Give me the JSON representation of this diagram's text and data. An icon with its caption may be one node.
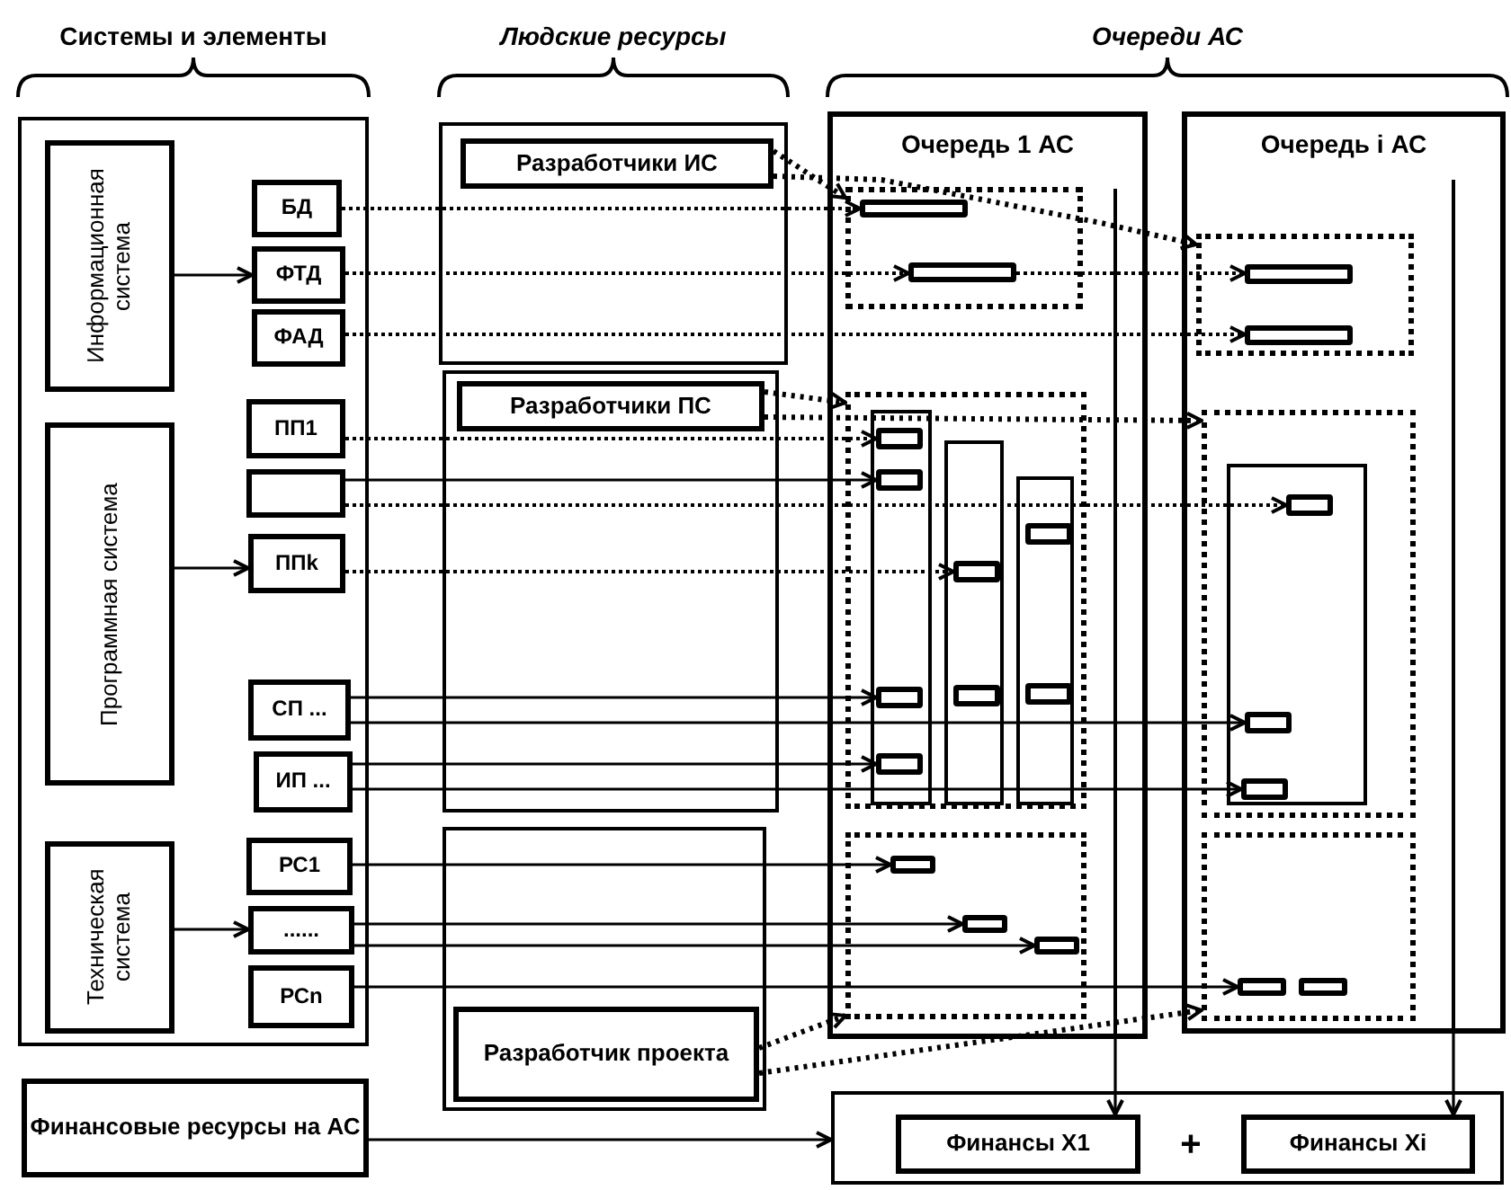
{
  "diagram": {
    "nodes": [
      {
        "text": [],
        "shape": "box"
      },
      {
        "text": [
          "Информационная система"
        ],
        "in": 0
      },
      {
        "text": [
          "Программная система"
        ],
        "in": 0
      },
      {
        "text": [
          "Техническая система"
        ],
        "in": 0
      },
      {
        "text": [
          "БД"
        ],
        "in": 0
      },
      {
        "text": [
          "ФТД"
        ],
        "in": 0
      },
      {
        "text": [
          "ФАД"
        ],
        "in": 0
      },
      {
        "text": [
          "ПП1"
        ],
        "in": 0
      },
      {
        "text": [],
        "shape": "box",
        "in": 0
      },
      {
        "text": [
          "ППk"
        ],
        "in": 0
      },
      {
        "text": [
          "СП ..."
        ],
        "in": 0
      },
      {
        "text": [
          "ИП ..."
        ],
        "in": 0
      },
      {
        "text": [
          "РС1"
        ],
        "in": 0
      },
      {
        "text": [
          "......"
        ],
        "in": 0
      },
      {
        "text": [
          "РСn"
        ],
        "in": 0
      },
      {
        "text": [],
        "shape": "box"
      },
      {
        "text": [
          "Разработчики ИС"
        ],
        "in": 15
      },
      {
        "text": [],
        "shape": "box"
      },
      {
        "text": [
          "Разработчики ПС"
        ],
        "in": 17
      },
      {
        "text": [],
        "shape": "box"
      },
      {
        "text": [
          "Разработчик проекта"
        ],
        "in": 19
      },
      {
        "text": [
          "Очередь 1 АС"
        ]
      },
      {
        "text": [],
        "shape": "box",
        "in": 21
      },
      {
        "text": [],
        "shape": "bar",
        "in": 22
      },
      {
        "text": [],
        "shape": "bar",
        "in": 22
      },
      {
        "text": [],
        "shape": "box",
        "in": 21
      },
      {
        "text": [],
        "shape": "box",
        "in": 25
      },
      {
        "text": [],
        "shape": "box",
        "in": 25
      },
      {
        "text": [],
        "shape": "box",
        "in": 25
      },
      {
        "text": [],
        "shape": "bar",
        "in": 26
      },
      {
        "text": [],
        "shape": "bar",
        "in": 26
      },
      {
        "text": [],
        "shape": "bar",
        "in": 26
      },
      {
        "text": [],
        "shape": "bar",
        "in": 26
      },
      {
        "text": [],
        "shape": "bar",
        "in": 27
      },
      {
        "text": [],
        "shape": "bar",
        "in": 27
      },
      {
        "text": [],
        "shape": "bar",
        "in": 28
      },
      {
        "text": [],
        "shape": "bar",
        "in": 28
      },
      {
        "text": [],
        "shape": "box",
        "in": 21
      },
      {
        "text": [],
        "shape": "bar",
        "in": 37
      },
      {
        "text": [],
        "shape": "bar",
        "in": 37
      },
      {
        "text": [],
        "shape": "bar",
        "in": 37
      },
      {
        "text": [
          "Очередь i АС"
        ]
      },
      {
        "text": [],
        "shape": "box",
        "in": 41
      },
      {
        "text": [],
        "shape": "bar",
        "in": 42
      },
      {
        "text": [],
        "shape": "bar",
        "in": 42
      },
      {
        "text": [],
        "shape": "box",
        "in": 41
      },
      {
        "text": [],
        "shape": "box",
        "in": 45
      },
      {
        "text": [],
        "shape": "bar",
        "in": 46
      },
      {
        "text": [],
        "shape": "bar",
        "in": 46
      },
      {
        "text": [],
        "shape": "bar",
        "in": 46
      },
      {
        "text": [],
        "shape": "box",
        "in": 41
      },
      {
        "text": [],
        "shape": "bar",
        "in": 50
      },
      {
        "text": [],
        "shape": "bar",
        "in": 50
      },
      {
        "text": [
          "Финансовые ресурсы на АС"
        ]
      },
      {
        "text": [],
        "shape": "box"
      },
      {
        "text": [
          "Финансы X1"
        ],
        "in": 54
      },
      {
        "text": [
          "Финансы Xi"
        ],
        "in": 54
      }
    ],
    "edges": [
      {
        "from": 1,
        "to": 5,
        "arrow": "to"
      },
      {
        "from": 2,
        "to": 9,
        "arrow": "to"
      },
      {
        "from": 3,
        "to": 13,
        "arrow": "to"
      },
      {
        "from": 4,
        "to": 23,
        "arrow": "to",
        "style": "dashed"
      },
      {
        "from": 5,
        "to": 24,
        "arrow": "to",
        "style": "dashed"
      },
      {
        "from": 24,
        "to": 43,
        "arrow": "to",
        "style": "dashed"
      },
      {
        "from": 6,
        "to": 44,
        "arrow": "to",
        "style": "dashed"
      },
      {
        "from": 7,
        "to": 29,
        "arrow": "to",
        "style": "dashed"
      },
      {
        "from": 8,
        "to": 30,
        "arrow": "to"
      },
      {
        "from": 8,
        "to": 47,
        "arrow": "to",
        "style": "dashed"
      },
      {
        "from": 9,
        "to": 33,
        "arrow": "to",
        "style": "dashed"
      },
      {
        "from": 10,
        "to": 31,
        "arrow": "to"
      },
      {
        "from": 10,
        "to": 48,
        "arrow": "to"
      },
      {
        "from": 11,
        "to": 32,
        "arrow": "to"
      },
      {
        "from": 11,
        "to": 49,
        "arrow": "to"
      },
      {
        "from": 12,
        "to": 38,
        "arrow": "to"
      },
      {
        "from": 13,
        "to": 39,
        "arrow": "to"
      },
      {
        "from": 13,
        "to": 40,
        "arrow": "to"
      },
      {
        "from": 14,
        "to": 51,
        "arrow": "to"
      },
      {
        "from": 16,
        "to": 22,
        "arrow": "to",
        "style": "dashed"
      },
      {
        "from": 16,
        "to": 42,
        "arrow": "to",
        "style": "dashed"
      },
      {
        "from": 18,
        "to": 25,
        "arrow": "to",
        "style": "dashed"
      },
      {
        "from": 18,
        "to": 45,
        "arrow": "to",
        "style": "dashed"
      },
      {
        "from": 20,
        "to": 37,
        "arrow": "to",
        "style": "dashed"
      },
      {
        "from": 20,
        "to": 50,
        "arrow": "to",
        "style": "dashed"
      },
      {
        "from": 53,
        "to": 54,
        "arrow": "to"
      },
      {
        "from": 21,
        "to": 55,
        "arrow": "to"
      },
      {
        "from": 41,
        "to": 56,
        "arrow": "to"
      }
    ],
    "labels": [
      "Системы и элементы",
      "Людские ресурсы",
      "Очереди АС",
      "+"
    ]
  }
}
